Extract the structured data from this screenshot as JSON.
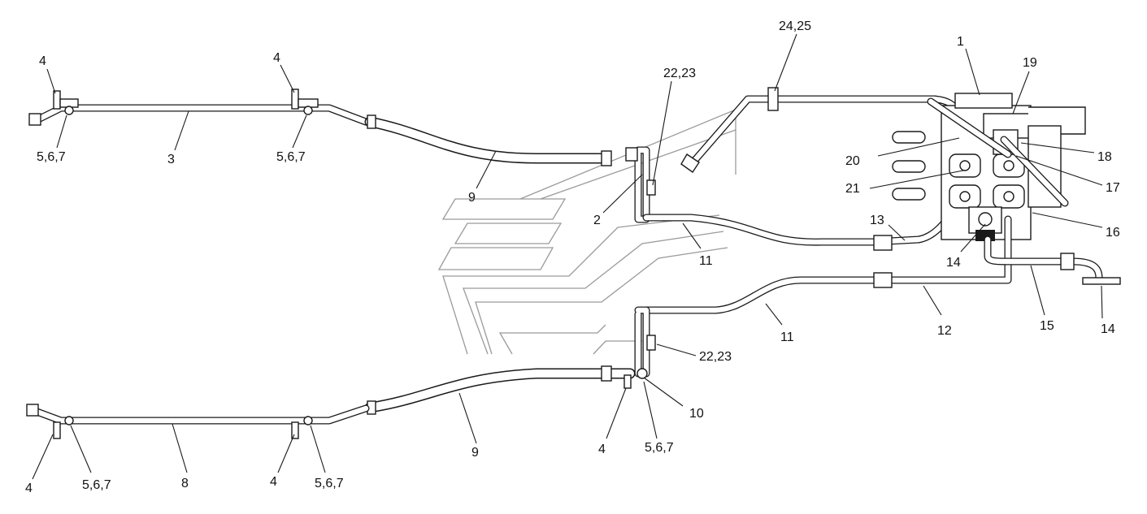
{
  "callouts": [
    {
      "id": "c1",
      "text": "1"
    },
    {
      "id": "c2",
      "text": "2"
    },
    {
      "id": "c3",
      "text": "3"
    },
    {
      "id": "c4a",
      "text": "4"
    },
    {
      "id": "c4b",
      "text": "4"
    },
    {
      "id": "c4c",
      "text": "4"
    },
    {
      "id": "c4d",
      "text": "4"
    },
    {
      "id": "c4e",
      "text": "4"
    },
    {
      "id": "c567a",
      "text": "5,6,7"
    },
    {
      "id": "c567b",
      "text": "5,6,7"
    },
    {
      "id": "c567c",
      "text": "5,6,7"
    },
    {
      "id": "c567d",
      "text": "5,6,7"
    },
    {
      "id": "c567e",
      "text": "5,6,7"
    },
    {
      "id": "c8",
      "text": "8"
    },
    {
      "id": "c9a",
      "text": "9"
    },
    {
      "id": "c9b",
      "text": "9"
    },
    {
      "id": "c10",
      "text": "10"
    },
    {
      "id": "c11a",
      "text": "11"
    },
    {
      "id": "c11b",
      "text": "11"
    },
    {
      "id": "c12",
      "text": "12"
    },
    {
      "id": "c13",
      "text": "13"
    },
    {
      "id": "c14a",
      "text": "14"
    },
    {
      "id": "c14b",
      "text": "14"
    },
    {
      "id": "c15",
      "text": "15"
    },
    {
      "id": "c16",
      "text": "16"
    },
    {
      "id": "c17",
      "text": "17"
    },
    {
      "id": "c18",
      "text": "18"
    },
    {
      "id": "c19",
      "text": "19"
    },
    {
      "id": "c20",
      "text": "20"
    },
    {
      "id": "c21",
      "text": "21"
    },
    {
      "id": "c2223a",
      "text": "22,23"
    },
    {
      "id": "c2223b",
      "text": "22,23"
    },
    {
      "id": "c2425",
      "text": "24,25"
    }
  ],
  "colors": {
    "line": "#1a1a1a",
    "ghost": "#9a9a9a",
    "background": "#ffffff"
  }
}
